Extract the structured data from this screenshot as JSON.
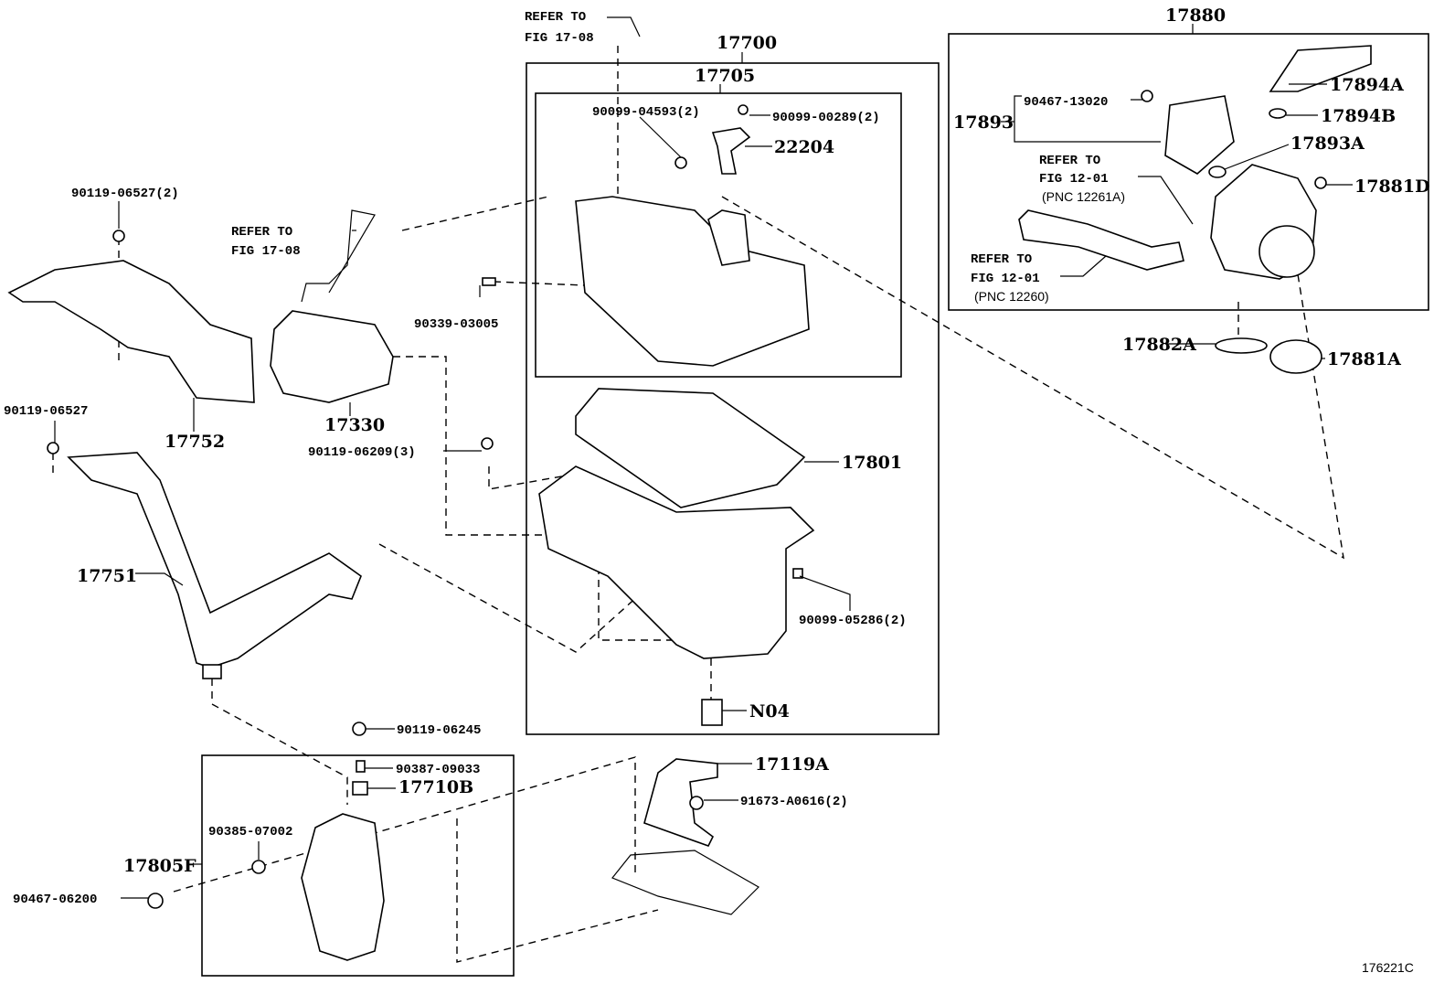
{
  "figure_number": "176221C",
  "references": {
    "top_refer": {
      "line1": "REFER TO",
      "line2": "FIG 17-08"
    },
    "left_refer": {
      "line1": "REFER TO",
      "line2": "FIG 17-08"
    },
    "pnc_12261a": {
      "line1": "REFER TO",
      "line2": "FIG 12-01",
      "line3": "(PNC 12261A)"
    },
    "pnc_12260": {
      "line1": "REFER TO",
      "line2": "FIG 12-01",
      "line3": "(PNC 12260)"
    }
  },
  "groups": {
    "air_cleaner_assy": "17700",
    "air_cleaner_case": "17705",
    "inlet_pipe_assy": "17880",
    "resonator_box": "17805F"
  },
  "parts": {
    "p90099_04593": "90099-04593(2)",
    "p90099_00289": "90099-00289(2)",
    "p22204": "22204",
    "p17894A": "17894A",
    "p90467_13020": "90467-13020",
    "p17893": "17893",
    "p17894B": "17894B",
    "p17893A": "17893A",
    "p17881D": "17881D",
    "p17882A": "17882A",
    "p17881A": "17881A",
    "p90119_06527_2": "90119-06527(2)",
    "p90339_03005": "90339-03005",
    "p17330": "17330",
    "p17752": "17752",
    "p90119_06527": "90119-06527",
    "p90119_06209": "90119-06209(3)",
    "p17801": "17801",
    "p17751": "17751",
    "p90099_05286": "90099-05286(2)",
    "pN04": "N04",
    "p90119_06245": "90119-06245",
    "p90387_09033": "90387-09033",
    "p17710B": "17710B",
    "p17119A": "17119A",
    "p91673_A0616": "91673-A0616(2)",
    "p90385_07002": "90385-07002",
    "p90467_06200": "90467-06200"
  }
}
